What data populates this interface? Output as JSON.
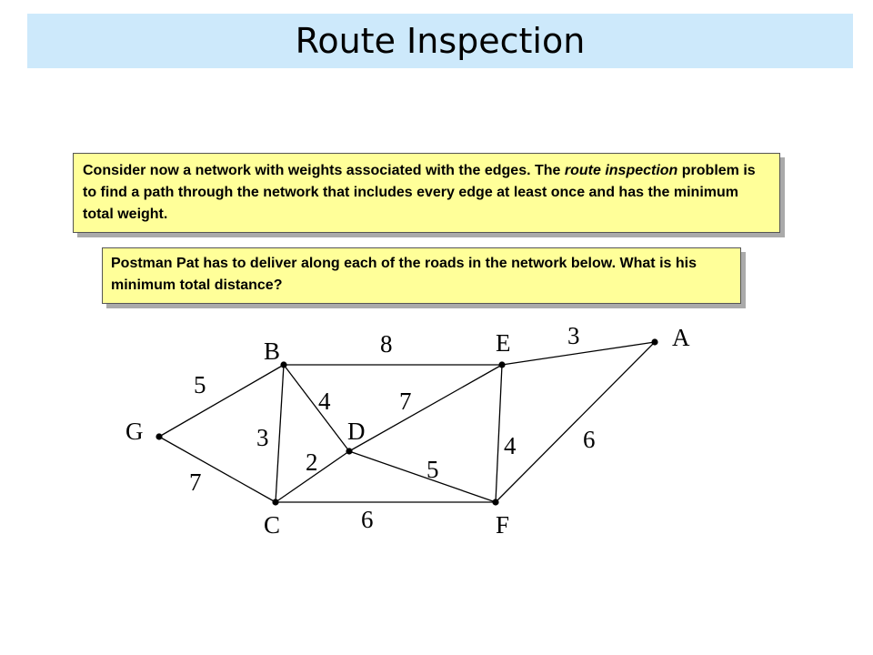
{
  "title": "Route Inspection",
  "note1": {
    "line1": "Consider now a network with weights associated with the edges.  The ",
    "emphasis": "route inspection",
    "line2": " problem is to find a path through the network that includes every edge at least once and has the minimum total weight."
  },
  "note2": {
    "text": "Postman Pat has to deliver along each of the roads in the network below.  What is his minimum total distance?"
  },
  "network": {
    "nodes": [
      "G",
      "B",
      "C",
      "D",
      "E",
      "F",
      "A"
    ],
    "edges": [
      {
        "from": "G",
        "to": "B",
        "weight": "5"
      },
      {
        "from": "G",
        "to": "C",
        "weight": "7"
      },
      {
        "from": "B",
        "to": "C",
        "weight": "3"
      },
      {
        "from": "B",
        "to": "D",
        "weight": "4"
      },
      {
        "from": "C",
        "to": "D",
        "weight": "2"
      },
      {
        "from": "B",
        "to": "E",
        "weight": "8"
      },
      {
        "from": "D",
        "to": "E",
        "weight": "7"
      },
      {
        "from": "D",
        "to": "F",
        "weight": "5"
      },
      {
        "from": "C",
        "to": "F",
        "weight": "6"
      },
      {
        "from": "E",
        "to": "F",
        "weight": "4"
      },
      {
        "from": "E",
        "to": "A",
        "weight": "3"
      },
      {
        "from": "A",
        "to": "F",
        "weight": "6"
      }
    ]
  }
}
